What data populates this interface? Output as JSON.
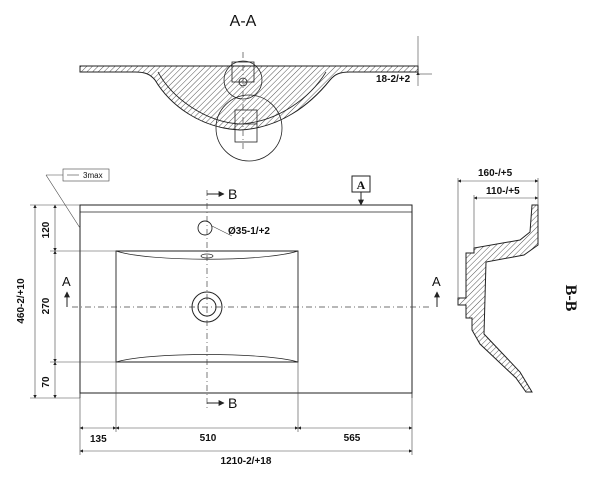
{
  "views": {
    "section_aa_title": "A-A",
    "section_bb_title": "B-B"
  },
  "dimensions": {
    "rim_thickness": "18-2/+2",
    "overall_width": "1210-2/+18",
    "left_offset": "135",
    "basin_width": "510",
    "right_offset": "565",
    "overall_depth": "460-2/+10",
    "top_margin": "120",
    "basin_depth": "270",
    "bottom_margin": "70",
    "tap_hole": "Ø35-1/+2",
    "height_total": "160-/+5",
    "height_basin": "110-/+5",
    "tolerance_note": "3max"
  },
  "section_marks": {
    "a_left": "A",
    "a_right": "A",
    "b_top": "B",
    "b_bottom": "B",
    "a_view_box": "A"
  }
}
